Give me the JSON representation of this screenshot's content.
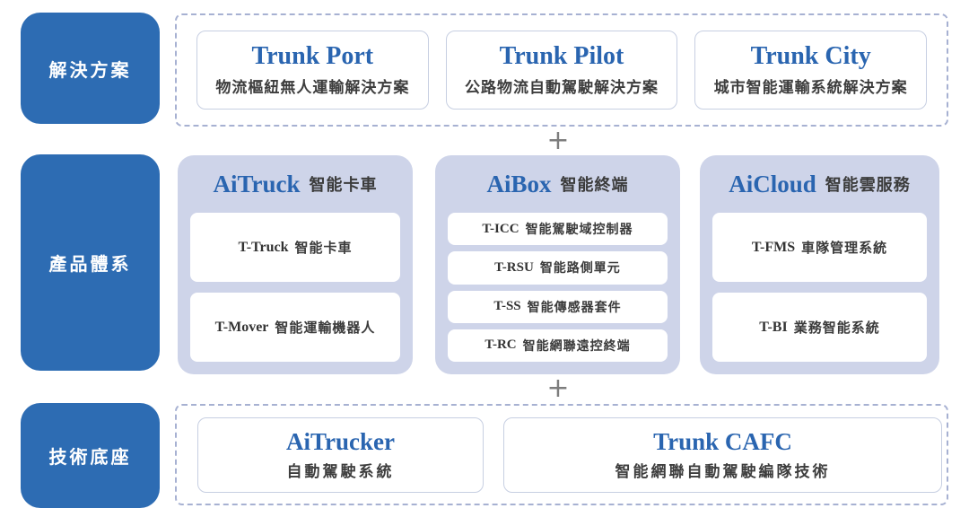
{
  "palette": {
    "label_box_blue": "#2d6cb3",
    "panel_lavender": "#ced4e9",
    "heading_blue": "#2a65b0",
    "dark_text": "#3d3d3d",
    "dashed_border": "#a7b1d2",
    "card_border": "#c7cfe2",
    "plus_gray": "#7d7d7d"
  },
  "connectors": {
    "plus_top": "+",
    "plus_bottom": "+"
  },
  "rows": {
    "solutions": {
      "label": "解決方案",
      "cards": [
        {
          "title": "Trunk Port",
          "subtitle": "物流樞紐無人運輸解決方案"
        },
        {
          "title": "Trunk Pilot",
          "subtitle": "公路物流自動駕駛解決方案"
        },
        {
          "title": "Trunk City",
          "subtitle": "城市智能運輸系統解決方案"
        }
      ]
    },
    "products": {
      "label": "產品體系",
      "panels": [
        {
          "name": "AiTruck",
          "name_suffix": "智能卡車",
          "items": [
            {
              "code": "T-Truck",
              "label": "智能卡車"
            },
            {
              "code": "T-Mover",
              "label": "智能運輸機器人"
            }
          ]
        },
        {
          "name": "AiBox",
          "name_suffix": "智能終端",
          "items": [
            {
              "code": "T-ICC",
              "label": "智能駕駛域控制器"
            },
            {
              "code": "T-RSU",
              "label": "智能路側單元"
            },
            {
              "code": "T-SS",
              "label": "智能傳感器套件"
            },
            {
              "code": "T-RC",
              "label": "智能網聯遠控終端"
            }
          ]
        },
        {
          "name": "AiCloud",
          "name_suffix": "智能雲服務",
          "items": [
            {
              "code": "T-FMS",
              "label": "車隊管理系統"
            },
            {
              "code": "T-BI",
              "label": "業務智能系統"
            }
          ]
        }
      ]
    },
    "technology": {
      "label": "技術底座",
      "cards": [
        {
          "title": "AiTrucker",
          "subtitle": "自動駕駛系統"
        },
        {
          "title": "Trunk CAFC",
          "subtitle": "智能網聯自動駕駛編隊技術"
        }
      ]
    }
  }
}
